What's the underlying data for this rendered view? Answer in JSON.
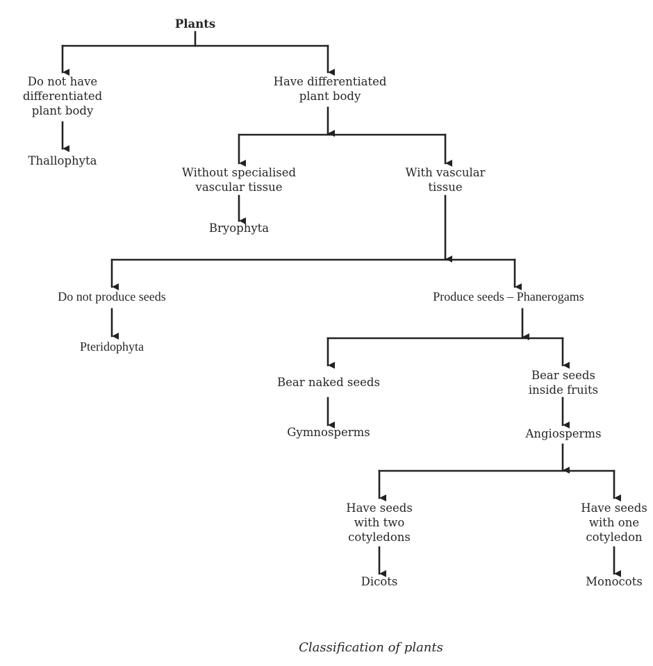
{
  "diagram": {
    "title": "Plants",
    "caption": "Classification of plants",
    "line_color": "#222222",
    "text_color": "#262626",
    "nodes": {
      "plants": "Plants",
      "no_diff": "Do not have\ndifferentiated\nplant body",
      "thallophyta": "Thallophyta",
      "diff": "Have differentiated\nplant body",
      "no_vascular": "Without specialised\nvascular tissue",
      "bryophyta": "Bryophyta",
      "vascular": "With vascular\ntissue",
      "no_seeds": "Do not produce seeds",
      "pteridophyta": "Pteridophyta",
      "seeds": "Produce seeds – Phanerogams",
      "naked": "Bear naked seeds",
      "gymnosperms": "Gymnosperms",
      "fruits": "Bear seeds\ninside fruits",
      "angiosperms": "Angiosperms",
      "two_cot": "Have seeds\nwith two\ncotyledons",
      "dicots": "Dicots",
      "one_cot": "Have seeds\nwith one\ncotyledon",
      "monocots": "Monocots"
    },
    "edges": [
      [
        "plants",
        "no_diff"
      ],
      [
        "plants",
        "diff"
      ],
      [
        "no_diff",
        "thallophyta"
      ],
      [
        "diff",
        "no_vascular"
      ],
      [
        "diff",
        "vascular"
      ],
      [
        "no_vascular",
        "bryophyta"
      ],
      [
        "vascular",
        "no_seeds"
      ],
      [
        "vascular",
        "seeds"
      ],
      [
        "no_seeds",
        "pteridophyta"
      ],
      [
        "seeds",
        "naked"
      ],
      [
        "seeds",
        "fruits"
      ],
      [
        "naked",
        "gymnosperms"
      ],
      [
        "fruits",
        "angiosperms"
      ],
      [
        "angiosperms",
        "two_cot"
      ],
      [
        "angiosperms",
        "one_cot"
      ],
      [
        "two_cot",
        "dicots"
      ],
      [
        "one_cot",
        "monocots"
      ]
    ]
  }
}
